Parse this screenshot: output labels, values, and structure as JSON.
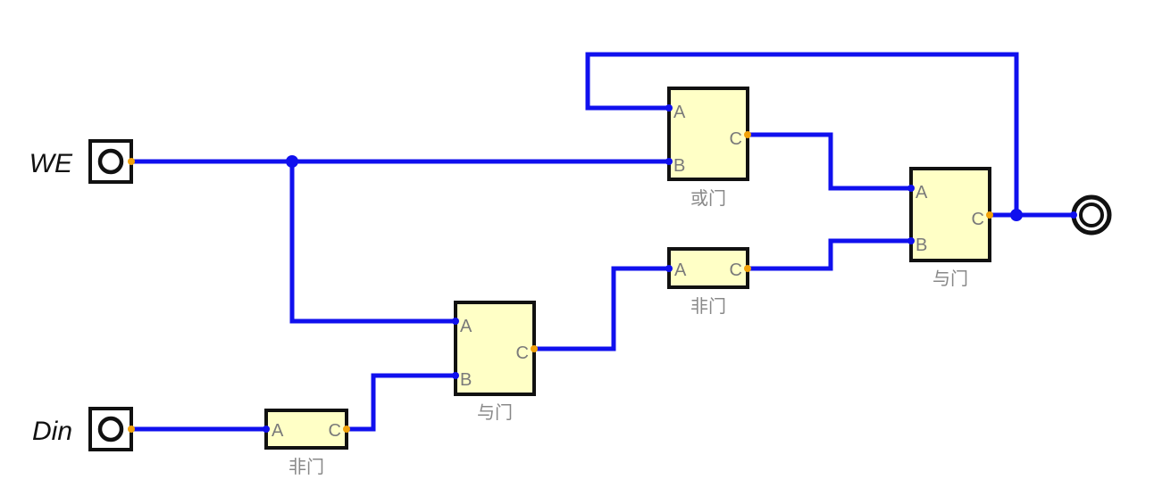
{
  "inputs": {
    "we": {
      "label": "WE"
    },
    "din": {
      "label": "Din"
    }
  },
  "gates": {
    "or_gate": {
      "name": "或门",
      "port_a": "A",
      "port_b": "B",
      "port_c": "C"
    },
    "and_gate_right": {
      "name": "与门",
      "port_a": "A",
      "port_b": "B",
      "port_c": "C"
    },
    "not_gate_top": {
      "name": "非门",
      "port_a": "A",
      "port_c": "C"
    },
    "and_gate_mid": {
      "name": "与门",
      "port_a": "A",
      "port_b": "B",
      "port_c": "C"
    },
    "not_gate_bottom": {
      "name": "非门",
      "port_a": "A",
      "port_c": "C"
    }
  },
  "colors": {
    "wire": "#1010ee",
    "gate_fill": "#ffffc6",
    "output_pin": "#f2a20a"
  }
}
